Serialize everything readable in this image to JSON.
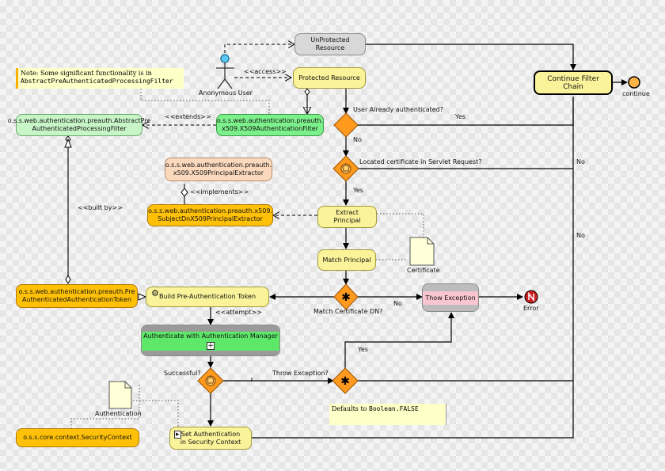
{
  "note_filter": {
    "line1": "Note: Some significant functionality is in",
    "line2": "AbstractPreAuthenticatedProcessingFilter"
  },
  "actor": {
    "label": "Anonymous User"
  },
  "unprotected": {
    "line1": "UnProtected",
    "line2": "Resource"
  },
  "protected_resource": {
    "label": "Protected Resource"
  },
  "access_label": "<<access>>",
  "extends_label": "<<extends>>",
  "implements_label": "<<implements>>",
  "built_by_label": "<<built by>>",
  "attempt_label": "<<attempt>>",
  "abstract_filter": {
    "line1": "o.s.s.web.authentication.preauth.AbstractPre",
    "line2": "AuthenticatedProcessingFilter"
  },
  "x509_filter": {
    "line1": "o.s.s.web.authentication.preauth.",
    "line2": "x509.X509AuthenticationFilter"
  },
  "x509_extractor": {
    "line1": "o.s.s.web.authentication.preauth.",
    "line2": "x509.X509PrincipalExtractor"
  },
  "subject_extractor": {
    "line1": "o.s.s.web.authentication.preauth.x509.",
    "line2": "SubjectDnX509PrincipalExtractor"
  },
  "token_class": {
    "line1": "o.s.s.web.authentication.preauth.Pre",
    "line2": "AuthenticatedAuthenticationToken"
  },
  "security_context": {
    "label": "o.s.s.core.context.SecurityContext"
  },
  "continue_chain": {
    "label": "Continue Filter Chain"
  },
  "continue_end": "continue",
  "error_end": "Error",
  "q_authenticated": "User Already authenticated?",
  "q_located": "Located certificate in Servlet Request?",
  "q_match": "Match Certificate DN?",
  "q_successful": "Successful?",
  "q_throw": "Throw Exception?",
  "yes": "Yes",
  "no": "No",
  "extract_principal": "Extract Principal",
  "match_principal": "Match Principal",
  "certificate": "Certificate",
  "authentication": "Authentication",
  "build_token": "Build Pre-Authentication Token",
  "authenticate_manager": "Authenticate with Authentication Manager",
  "throw_exception": "Thow Exception",
  "set_auth": {
    "line1": "Set Authentication",
    "line2": "in Security Context"
  },
  "defaults_note": {
    "text": "Defaults to ",
    "code": "Boolean.FALSE"
  },
  "colors": {
    "green": "#7cf08a",
    "orange": "#ffc107",
    "yellow": "#fbf39a",
    "peach": "#fbd9bd",
    "decision": "#ff9a1f",
    "error_red": "#cc2020"
  }
}
